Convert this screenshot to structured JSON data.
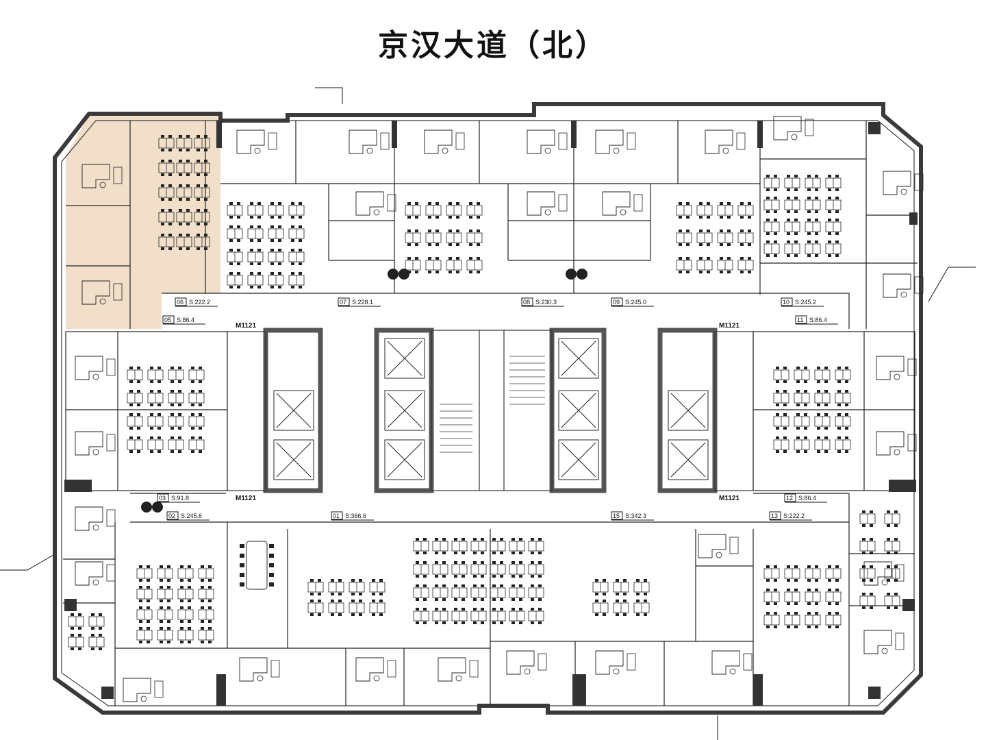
{
  "title": "京汉大道（北）",
  "colors": {
    "highlight": "#EED9C0",
    "line": "#111111",
    "wall": "#3a3a3a",
    "core": "#555555"
  },
  "units": {
    "north": [
      {
        "no": "06",
        "area": "222.2"
      },
      {
        "no": "07",
        "area": "228.1"
      },
      {
        "no": "08",
        "area": "230.3"
      },
      {
        "no": "09",
        "area": "245.0"
      },
      {
        "no": "10",
        "area": "245.2"
      }
    ],
    "side": [
      {
        "no": "05",
        "area": "86.4"
      },
      {
        "no": "11",
        "area": "86.4"
      },
      {
        "no": "03",
        "area": "91.8"
      },
      {
        "no": "12",
        "area": "86.4"
      }
    ],
    "south": [
      {
        "no": "02",
        "area": "245.6"
      },
      {
        "no": "01",
        "area": "366.6"
      },
      {
        "no": "15",
        "area": "342.3"
      },
      {
        "no": "13",
        "area": "222.2"
      }
    ]
  },
  "core_labels": {
    "m1121": [
      "M1121",
      "M1121",
      "M1121",
      "M1121"
    ]
  }
}
